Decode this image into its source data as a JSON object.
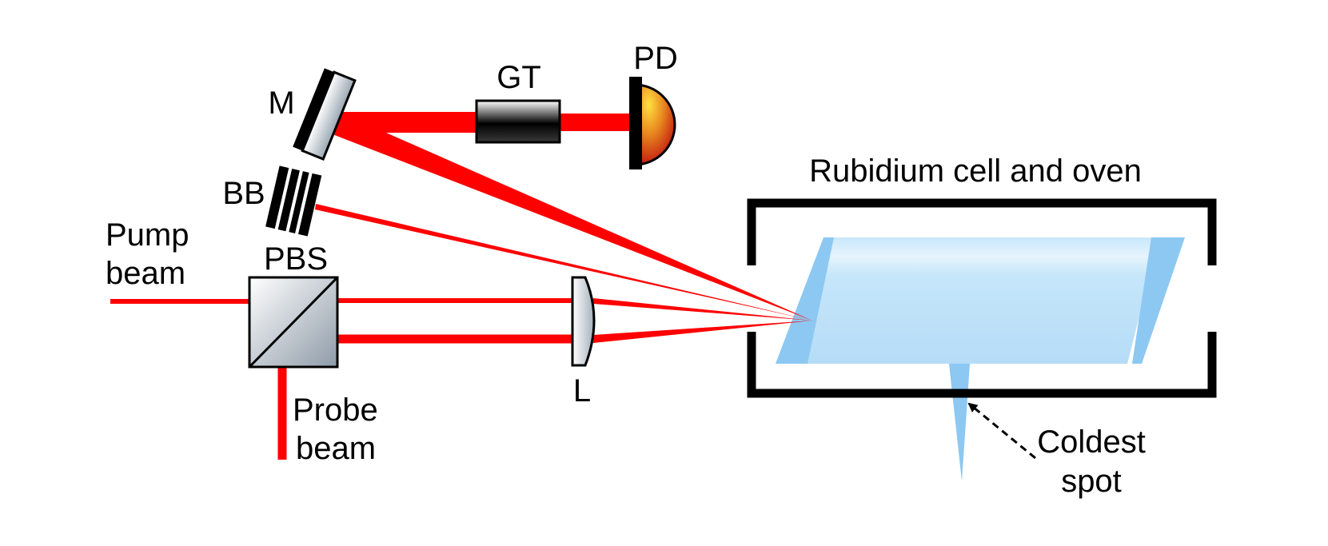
{
  "labels": {
    "mirror": "M",
    "glan_taylor": "GT",
    "photodiode": "PD",
    "beam_block": "BB",
    "pump_beam_line1": "Pump",
    "pump_beam_line2": "beam",
    "pbs": "PBS",
    "probe_beam_line1": "Probe",
    "probe_beam_line2": "beam",
    "lens": "L",
    "cell_title": "Rubidium cell and oven",
    "coldest_line1": "Coldest",
    "coldest_line2": "spot"
  },
  "colors": {
    "beam": "#ff0000",
    "frame": "#000000",
    "cell_fill": "#bfe3fa",
    "cell_window": "#8cc8f2",
    "optic_gray": "#c3ccd4"
  }
}
